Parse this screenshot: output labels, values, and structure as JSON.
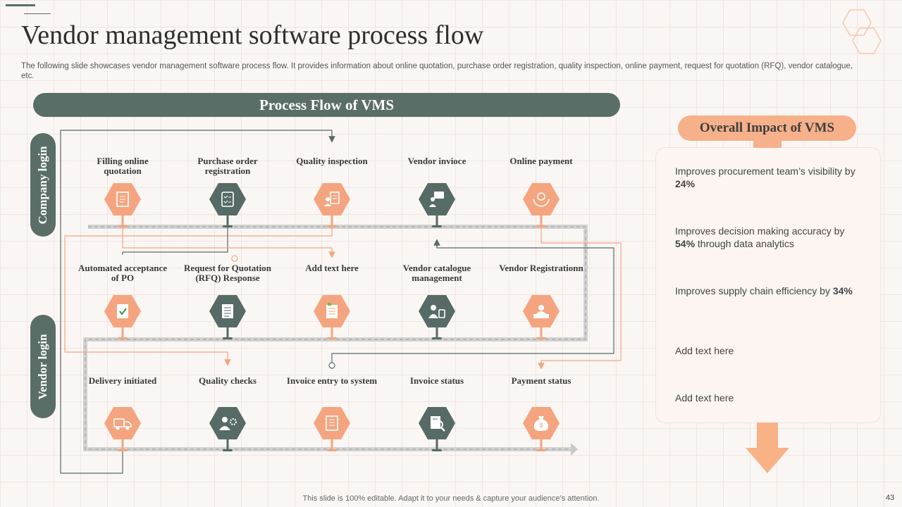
{
  "title": "Vendor management software process flow",
  "subtitle": "The following slide showcases vendor management software process flow. It provides information about online quotation, purchase order registration, quality inspection, online payment, request for quotation (RFQ), vendor catalogue, etc.",
  "banner": "Process Flow of VMS",
  "side_labels": {
    "company": "Company login",
    "vendor": "Vendor login"
  },
  "rows": [
    [
      {
        "label": "Filling online quotation",
        "icon": "document-icon",
        "color": "#f4a57f"
      },
      {
        "label": "Purchase order registration",
        "icon": "clipboard-checklist-icon",
        "color": "#566b65"
      },
      {
        "label": "Quality inspection",
        "icon": "inspector-checklist-icon",
        "color": "#f4a57f"
      },
      {
        "label": "Vendor invioce",
        "icon": "presenter-board-icon",
        "color": "#566b65"
      },
      {
        "label": "Online payment",
        "icon": "hands-coin-icon",
        "color": "#f4a57f"
      }
    ],
    [
      {
        "label": "Automated acceptance of PO",
        "icon": "checkmark-document-icon",
        "color": "#f4a57f"
      },
      {
        "label": "Request for Quotation (RFQ) Response",
        "icon": "document-lines-icon",
        "color": "#566b65"
      },
      {
        "label": "Add text here",
        "icon": "notes-icon",
        "color": "#f4a57f"
      },
      {
        "label": "Vendor catalogue management",
        "icon": "person-phone-icon",
        "color": "#566b65"
      },
      {
        "label": "Vendor Registrationn",
        "icon": "person-desk-icon",
        "color": "#f4a57f"
      }
    ],
    [
      {
        "label": "Delivery initiated",
        "icon": "delivery-truck-icon",
        "color": "#f4a57f"
      },
      {
        "label": "Quality checks",
        "icon": "worker-gear-icon",
        "color": "#566b65"
      },
      {
        "label": "Invoice entry to system",
        "icon": "invoice-list-icon",
        "color": "#f4a57f"
      },
      {
        "label": "Invoice status",
        "icon": "magnify-document-icon",
        "color": "#566b65"
      },
      {
        "label": "Payment status",
        "icon": "money-bag-icon",
        "color": "#f4a57f"
      }
    ]
  ],
  "impact": {
    "title": "Overall Impact of VMS",
    "items": [
      {
        "text": "Improves procurement team’s visibility by ",
        "bold": "24%",
        "tail": ""
      },
      {
        "text": "Improves decision making accuracy by ",
        "bold": "54%",
        "tail": " through data analytics"
      },
      {
        "text": "Improves supply chain efficiency by ",
        "bold": "34%",
        "tail": ""
      },
      {
        "text": "Add text here",
        "bold": "",
        "tail": ""
      },
      {
        "text": "Add text here",
        "bold": "",
        "tail": ""
      }
    ]
  },
  "footer": "This slide is 100% editable. Adapt it to your needs & capture your audience’s attention.",
  "page_number": "43",
  "colors": {
    "dark": "#566b65",
    "orange": "#f4a57f",
    "pill": "#f6b08a",
    "arrow": "#f9b186"
  }
}
